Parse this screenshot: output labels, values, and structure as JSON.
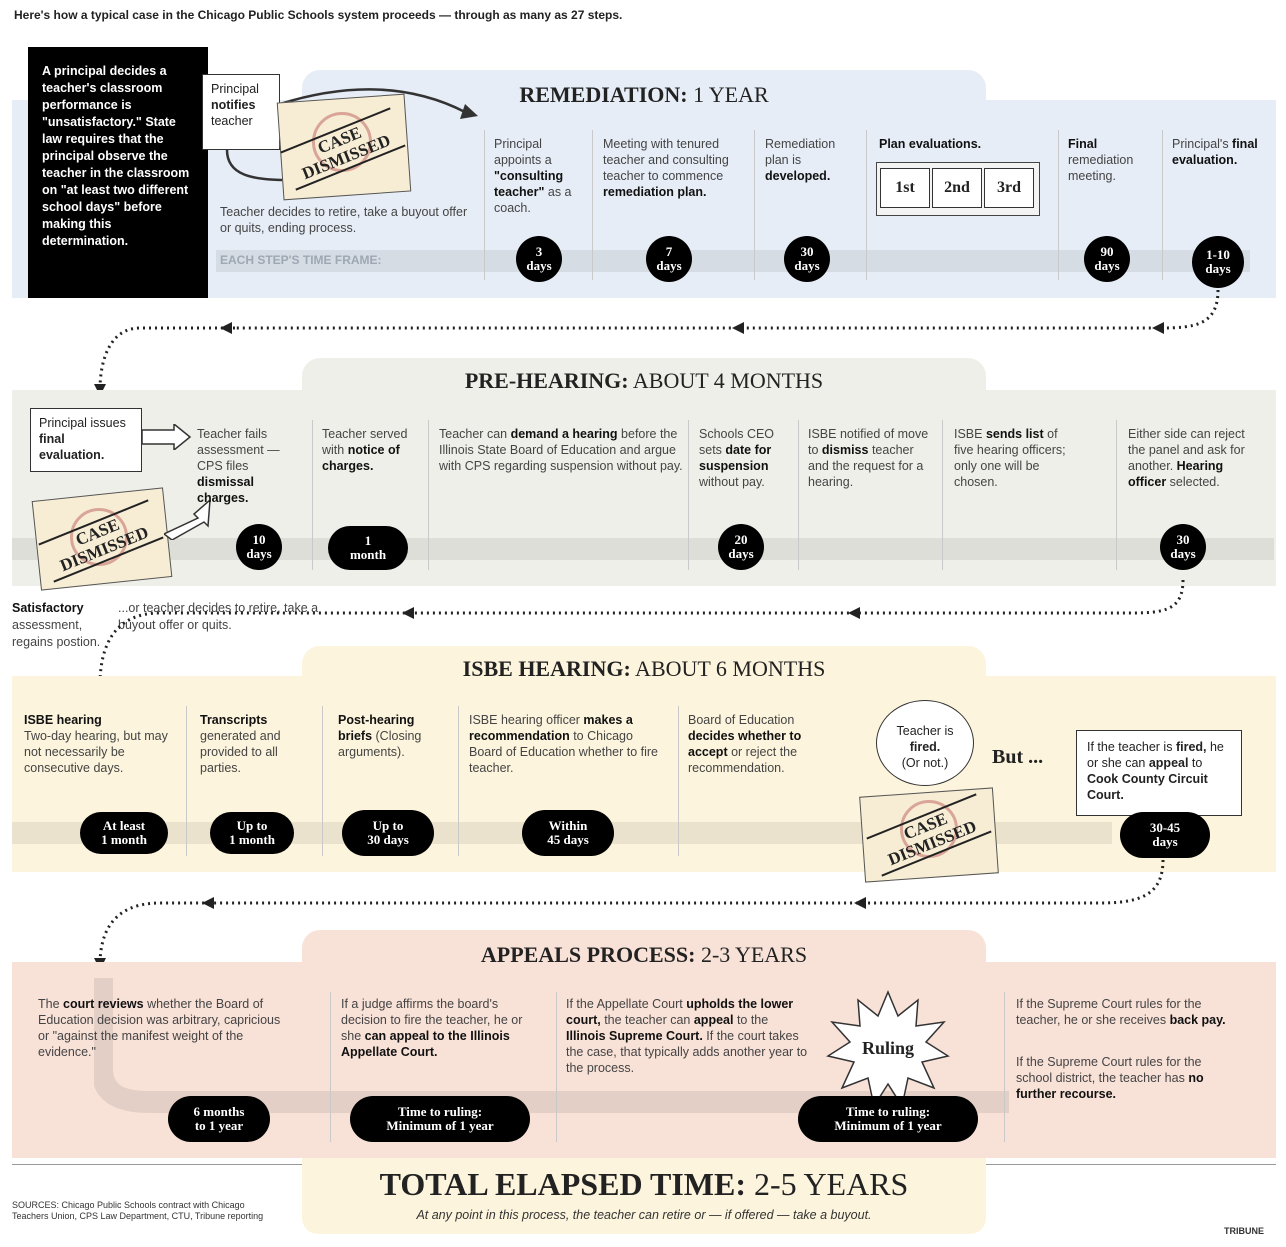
{
  "intro": "Here's how a typical case in the Chicago Public Schools system proceeds — through as many as 27 steps.",
  "stamp_text": [
    "CASE",
    "DISMISSED"
  ],
  "remediation": {
    "title_bold": "REMEDIATION:",
    "title_rest": " 1 YEAR",
    "principal_box": "A principal decides a teacher's classroom performance is \"unsatisfactory.\" State law requires that the principal observe the teacher in the classroom on \"at least two different school days\" before making this determination.",
    "notifies_label": "Principal",
    "notifies_bold": "notifies",
    "notifies_rest": "teacher",
    "retire_note": "Teacher decides to retire, take a buyout offer or quits, ending process.",
    "time_frame_label": "EACH STEP'S TIME FRAME:",
    "steps": [
      {
        "pre": "Principal appoints a ",
        "bold": "\"consulting teacher\"",
        "post": " as a coach.",
        "time": [
          "3",
          "days"
        ]
      },
      {
        "pre": "Meeting with tenured teacher and consulting teacher to commence ",
        "bold": "remediation plan.",
        "post": "",
        "time": [
          "7",
          "days"
        ]
      },
      {
        "pre": "Remediation plan is ",
        "bold": "developed.",
        "post": "",
        "time": [
          "30",
          "days"
        ]
      },
      {
        "pre": "",
        "bold": "Final",
        "post": " remediation meeting.",
        "time": [
          "90",
          "days"
        ]
      },
      {
        "pre": "Principal's ",
        "bold": "final evaluation.",
        "post": "",
        "time": [
          "1-10",
          "days"
        ]
      }
    ],
    "plan_evaluations": "Plan evaluations.",
    "plan_boxes": [
      "1st",
      "2nd",
      "3rd"
    ]
  },
  "prehearing": {
    "title_bold": "PRE-HEARING:",
    "title_rest": " ABOUT 4 MONTHS",
    "principal_callout_pre": "Principal issues ",
    "principal_callout_bold": "final evaluation.",
    "satisfactory_bold": "Satisfactory",
    "satisfactory_rest": " assessment, regains postion.",
    "or_teacher": "...or teacher decides to retire, take a buyout offer or quits.",
    "steps": [
      {
        "pre": "Teacher fails assessment — CPS files ",
        "bold": "dismissal charges.",
        "post": "",
        "time": [
          "10",
          "days"
        ]
      },
      {
        "pre": "Teacher served with ",
        "bold": "notice of charges.",
        "post": "",
        "time": [
          "1",
          "month"
        ]
      },
      {
        "pre": "Teacher can ",
        "bold": "demand a hearing",
        "post": " before the Illinois State Board of Education and argue with CPS regarding suspension without pay.",
        "time": null
      },
      {
        "pre": "Schools CEO sets ",
        "bold": "date for suspension",
        "post": " without pay.",
        "time": [
          "20",
          "days"
        ]
      },
      {
        "pre": "ISBE notified of move to ",
        "bold": "dismiss",
        "post": " teacher and the request for a hearing.",
        "time": null
      },
      {
        "pre": "ISBE ",
        "bold": "sends list",
        "post": " of five hearing officers; only one will be chosen.",
        "time": null
      },
      {
        "pre": "Either side can reject the panel and ask for another. ",
        "bold": "Hearing officer",
        "post": " selected.",
        "time": [
          "30",
          "days"
        ]
      }
    ]
  },
  "isbe": {
    "title_bold": "ISBE HEARING:",
    "title_rest": " ABOUT 6 MONTHS",
    "steps": [
      {
        "bold": "ISBE hearing",
        "post": " Two-day hearing, but may not necessarily be consecutive days.",
        "time": [
          "At least",
          "1 month"
        ]
      },
      {
        "bold": "Transcripts",
        "post": " generated and provided to all parties.",
        "time": [
          "Up to",
          "1 month"
        ]
      },
      {
        "bold": "Post-hearing briefs",
        "post": " (Closing arguments).",
        "time": [
          "Up to",
          "30 days"
        ]
      },
      {
        "pre": "ISBE hearing officer ",
        "bold": "makes a recommendation",
        "post": " to Chicago Board of Education whether to fire teacher.",
        "time": [
          "Within",
          "45 days"
        ]
      },
      {
        "pre": "Board of Education ",
        "bold": "decides whether to accept",
        "post": " or reject the recommendation.",
        "time": null
      }
    ],
    "fired_pre": "Teacher is",
    "fired_bold": "fired.",
    "fired_post": "(Or not.)",
    "but": "But ...",
    "appeal_pre": "If the teacher is ",
    "appeal_bold1": "fired,",
    "appeal_mid": " he or she can ",
    "appeal_bold2": "appeal",
    "appeal_mid2": " to ",
    "appeal_bold3": "Cook County Circuit Court.",
    "appeal_time": [
      "30-45",
      "days"
    ]
  },
  "appeals": {
    "title_bold": "APPEALS PROCESS:",
    "title_rest": " 2-3 YEARS",
    "col1_pre": "The ",
    "col1_bold": "court reviews",
    "col1_post": " whether the Board of Education decision was arbitrary, capricious or \"against the manifest weight of the evidence.\"",
    "col1_time": [
      "6 months",
      "to 1 year"
    ],
    "col2_pre": "If a judge affirms the board's decision to fire the teacher, he or she ",
    "col2_bold": "can appeal to the Illinois Appellate Court.",
    "col2_time": [
      "Time to ruling:",
      "Minimum of 1 year"
    ],
    "col3_pre": "If the Appellate Court ",
    "col3_bold1": "upholds the lower court,",
    "col3_mid": " the teacher can ",
    "col3_bold2": "appeal",
    "col3_mid2": " to the ",
    "col3_bold3": "Illinois Supreme Court.",
    "col3_post": " If the court takes the case, that typically adds another year to the process.",
    "col3_time": [
      "Time to ruling:",
      "Minimum of 1 year"
    ],
    "ruling": "Ruling",
    "col4a_pre": "If the Supreme Court rules for the teacher, he or she receives ",
    "col4a_bold": "back pay.",
    "col4b_pre": "If the Supreme Court rules for the school district, the teacher has ",
    "col4b_bold": "no further recourse."
  },
  "total": {
    "bold": "TOTAL ELAPSED TIME:",
    "rest": " 2-5 YEARS",
    "note": "At any point in this process, the teacher can retire or — if offered — take a buyout."
  },
  "sources": "SOURCES: Chicago Public Schools contract with Chicago Teachers Union, CPS Law Department, CTU, Tribune reporting",
  "credit": "TRIBUNE",
  "colors": {
    "remediation": "#e6edf6",
    "prehearing": "#efefe9",
    "isbe": "#fcf4dc",
    "appeals": "#f8e1d7",
    "total": "#fcf4dc"
  }
}
